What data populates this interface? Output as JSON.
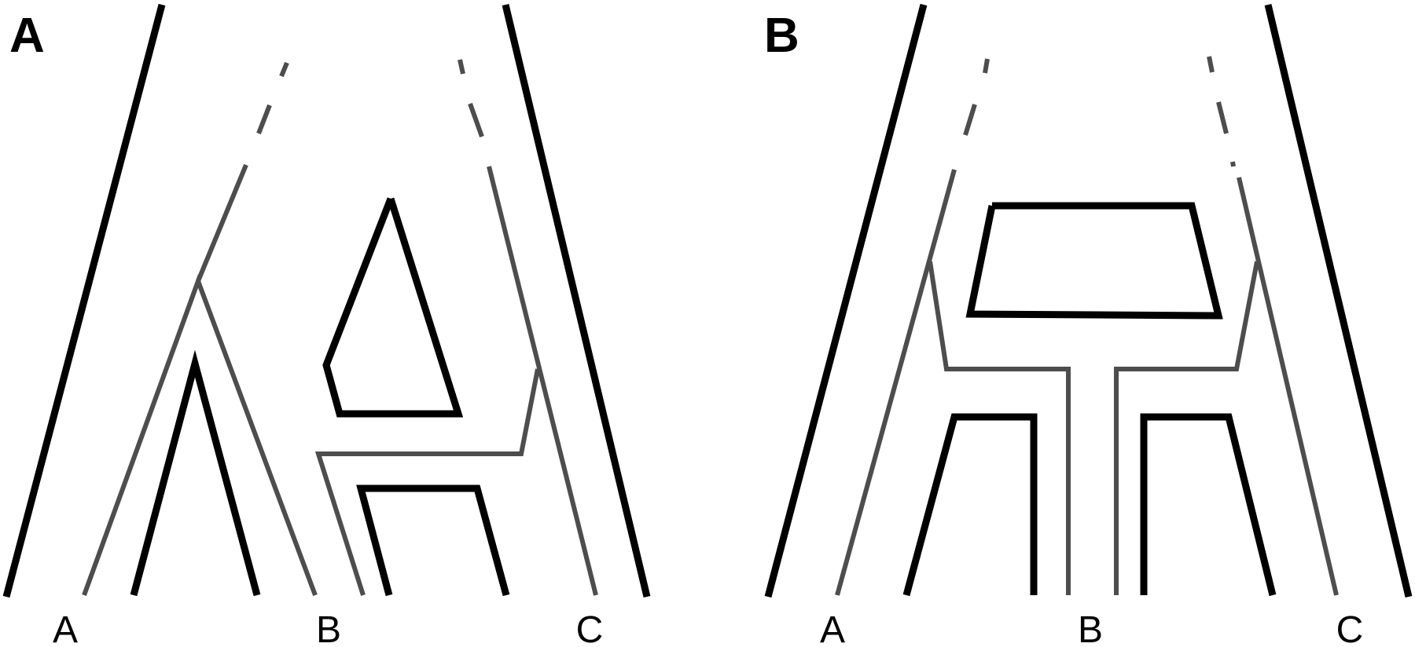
{
  "panels": [
    {
      "label": "A",
      "leaves": [
        "A",
        "B",
        "C"
      ]
    },
    {
      "label": "B",
      "leaves": [
        "A",
        "B",
        "C"
      ]
    }
  ],
  "colors": {
    "species_tree": "#000000",
    "gene_tree": "#4d4d4d",
    "background": "#ffffff"
  }
}
